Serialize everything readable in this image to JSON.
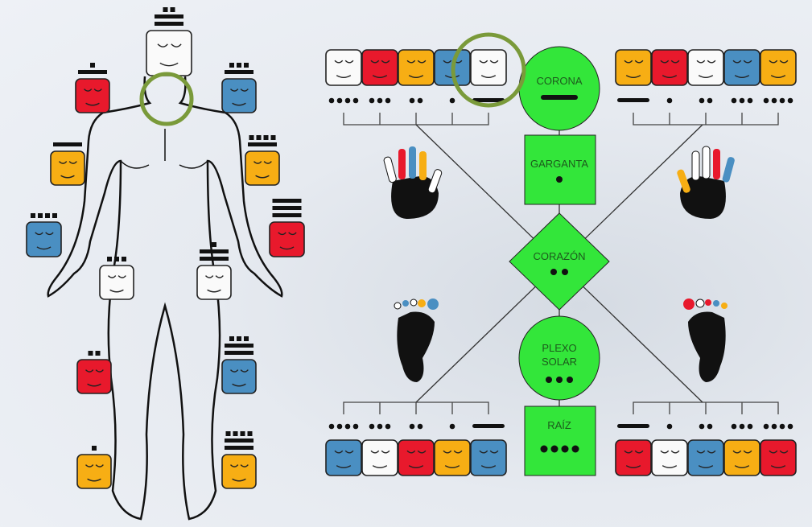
{
  "chakras": [
    {
      "label": "CORONA",
      "value": 5
    },
    {
      "label": "GARGANTA",
      "value": 1
    },
    {
      "label": "CORAZÓN",
      "value": 2
    },
    {
      "label": "PLEXO SOLAR",
      "label_lines": [
        "PLEXO",
        "SOLAR"
      ],
      "value": 3
    },
    {
      "label": "RAÍZ",
      "value": 4
    }
  ],
  "colors": {
    "red": "#e8192c",
    "white": "#fafafa",
    "yellow": "#f7ae14",
    "blue": "#4a8fc2",
    "green": "#33e63a",
    "highlight": "#7a9a3a",
    "line": "#333333"
  },
  "body_tiles": [
    {
      "color": "white",
      "value": 12
    },
    {
      "color": "red",
      "value": 6
    },
    {
      "color": "blue",
      "value": 8
    },
    {
      "color": "yellow",
      "value": 5
    },
    {
      "color": "yellow",
      "value": 9
    },
    {
      "color": "blue",
      "value": 4
    },
    {
      "color": "red",
      "value": 15
    },
    {
      "color": "white",
      "value": 3
    },
    {
      "color": "white",
      "value": 11
    },
    {
      "color": "red",
      "value": 2
    },
    {
      "color": "blue",
      "value": 13
    },
    {
      "color": "yellow",
      "value": 1
    },
    {
      "color": "yellow",
      "value": 14
    }
  ],
  "rows": {
    "top_left": {
      "colors": [
        "white",
        "red",
        "yellow",
        "blue",
        "white"
      ],
      "values": [
        4,
        3,
        2,
        1,
        5
      ]
    },
    "top_right": {
      "colors": [
        "yellow",
        "red",
        "white",
        "blue",
        "yellow"
      ],
      "values": [
        5,
        1,
        2,
        3,
        4
      ]
    },
    "bottom_left": {
      "colors": [
        "blue",
        "white",
        "red",
        "yellow",
        "blue"
      ],
      "values": [
        4,
        3,
        2,
        1,
        5
      ]
    },
    "bottom_right": {
      "colors": [
        "red",
        "white",
        "blue",
        "yellow",
        "red"
      ],
      "values": [
        5,
        1,
        2,
        3,
        4
      ]
    }
  }
}
